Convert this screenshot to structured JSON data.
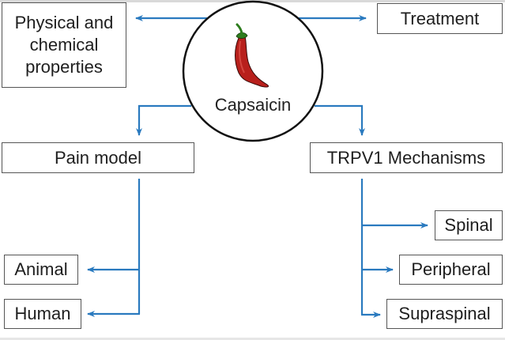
{
  "diagram": {
    "center": {
      "label": "Capsaicin",
      "icon": "chili-pepper-icon"
    },
    "colors": {
      "arrow": "#2a7abf",
      "box_border": "#555555",
      "circle_border": "#111111",
      "pepper_red": "#b8201c",
      "pepper_stem": "#2e7d1e",
      "page_band": "#d9d9d9"
    },
    "nodes": {
      "physical": "Physical and chemical properties",
      "physical_lines": [
        "Physical and",
        "chemical",
        "properties"
      ],
      "treatment": "Treatment",
      "pain_model": "Pain model",
      "trpv1": "TRPV1 Mechanisms",
      "animal": "Animal",
      "human": "Human",
      "spinal": "Spinal",
      "peripheral": "Peripheral",
      "supraspinal": "Supraspinal"
    },
    "edges": [
      {
        "from": "Capsaicin",
        "to": "Physical and chemical properties"
      },
      {
        "from": "Capsaicin",
        "to": "Treatment"
      },
      {
        "from": "Capsaicin",
        "to": "Pain model"
      },
      {
        "from": "Capsaicin",
        "to": "TRPV1 Mechanisms"
      },
      {
        "from": "Pain model",
        "to": "Animal"
      },
      {
        "from": "Pain model",
        "to": "Human"
      },
      {
        "from": "TRPV1 Mechanisms",
        "to": "Spinal"
      },
      {
        "from": "TRPV1 Mechanisms",
        "to": "Peripheral"
      },
      {
        "from": "TRPV1 Mechanisms",
        "to": "Supraspinal"
      }
    ]
  }
}
